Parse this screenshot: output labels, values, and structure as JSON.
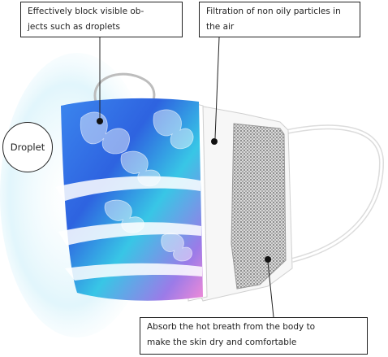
{
  "callouts": {
    "top_left": {
      "line1": "Effectively block visible ob-",
      "line2": "jects such as droplets"
    },
    "top_right": {
      "line1": "Filtration of non oily particles in",
      "line2": "the air"
    },
    "bottom": {
      "line1": "Absorb the hot breath from the body to",
      "line2": "make the skin dry and comfortable"
    }
  },
  "badge": {
    "label": "Droplet"
  },
  "colors": {
    "mask_blue": "#2f6fe0",
    "mask_cyan": "#3ad0e8",
    "mask_purple": "#b67be6",
    "mask_pink": "#f28ad8",
    "filter_grey": "#b5b5b5",
    "strap_white": "#ffffff",
    "outline": "#222222",
    "droplet_glow": "#bfe9f7"
  }
}
